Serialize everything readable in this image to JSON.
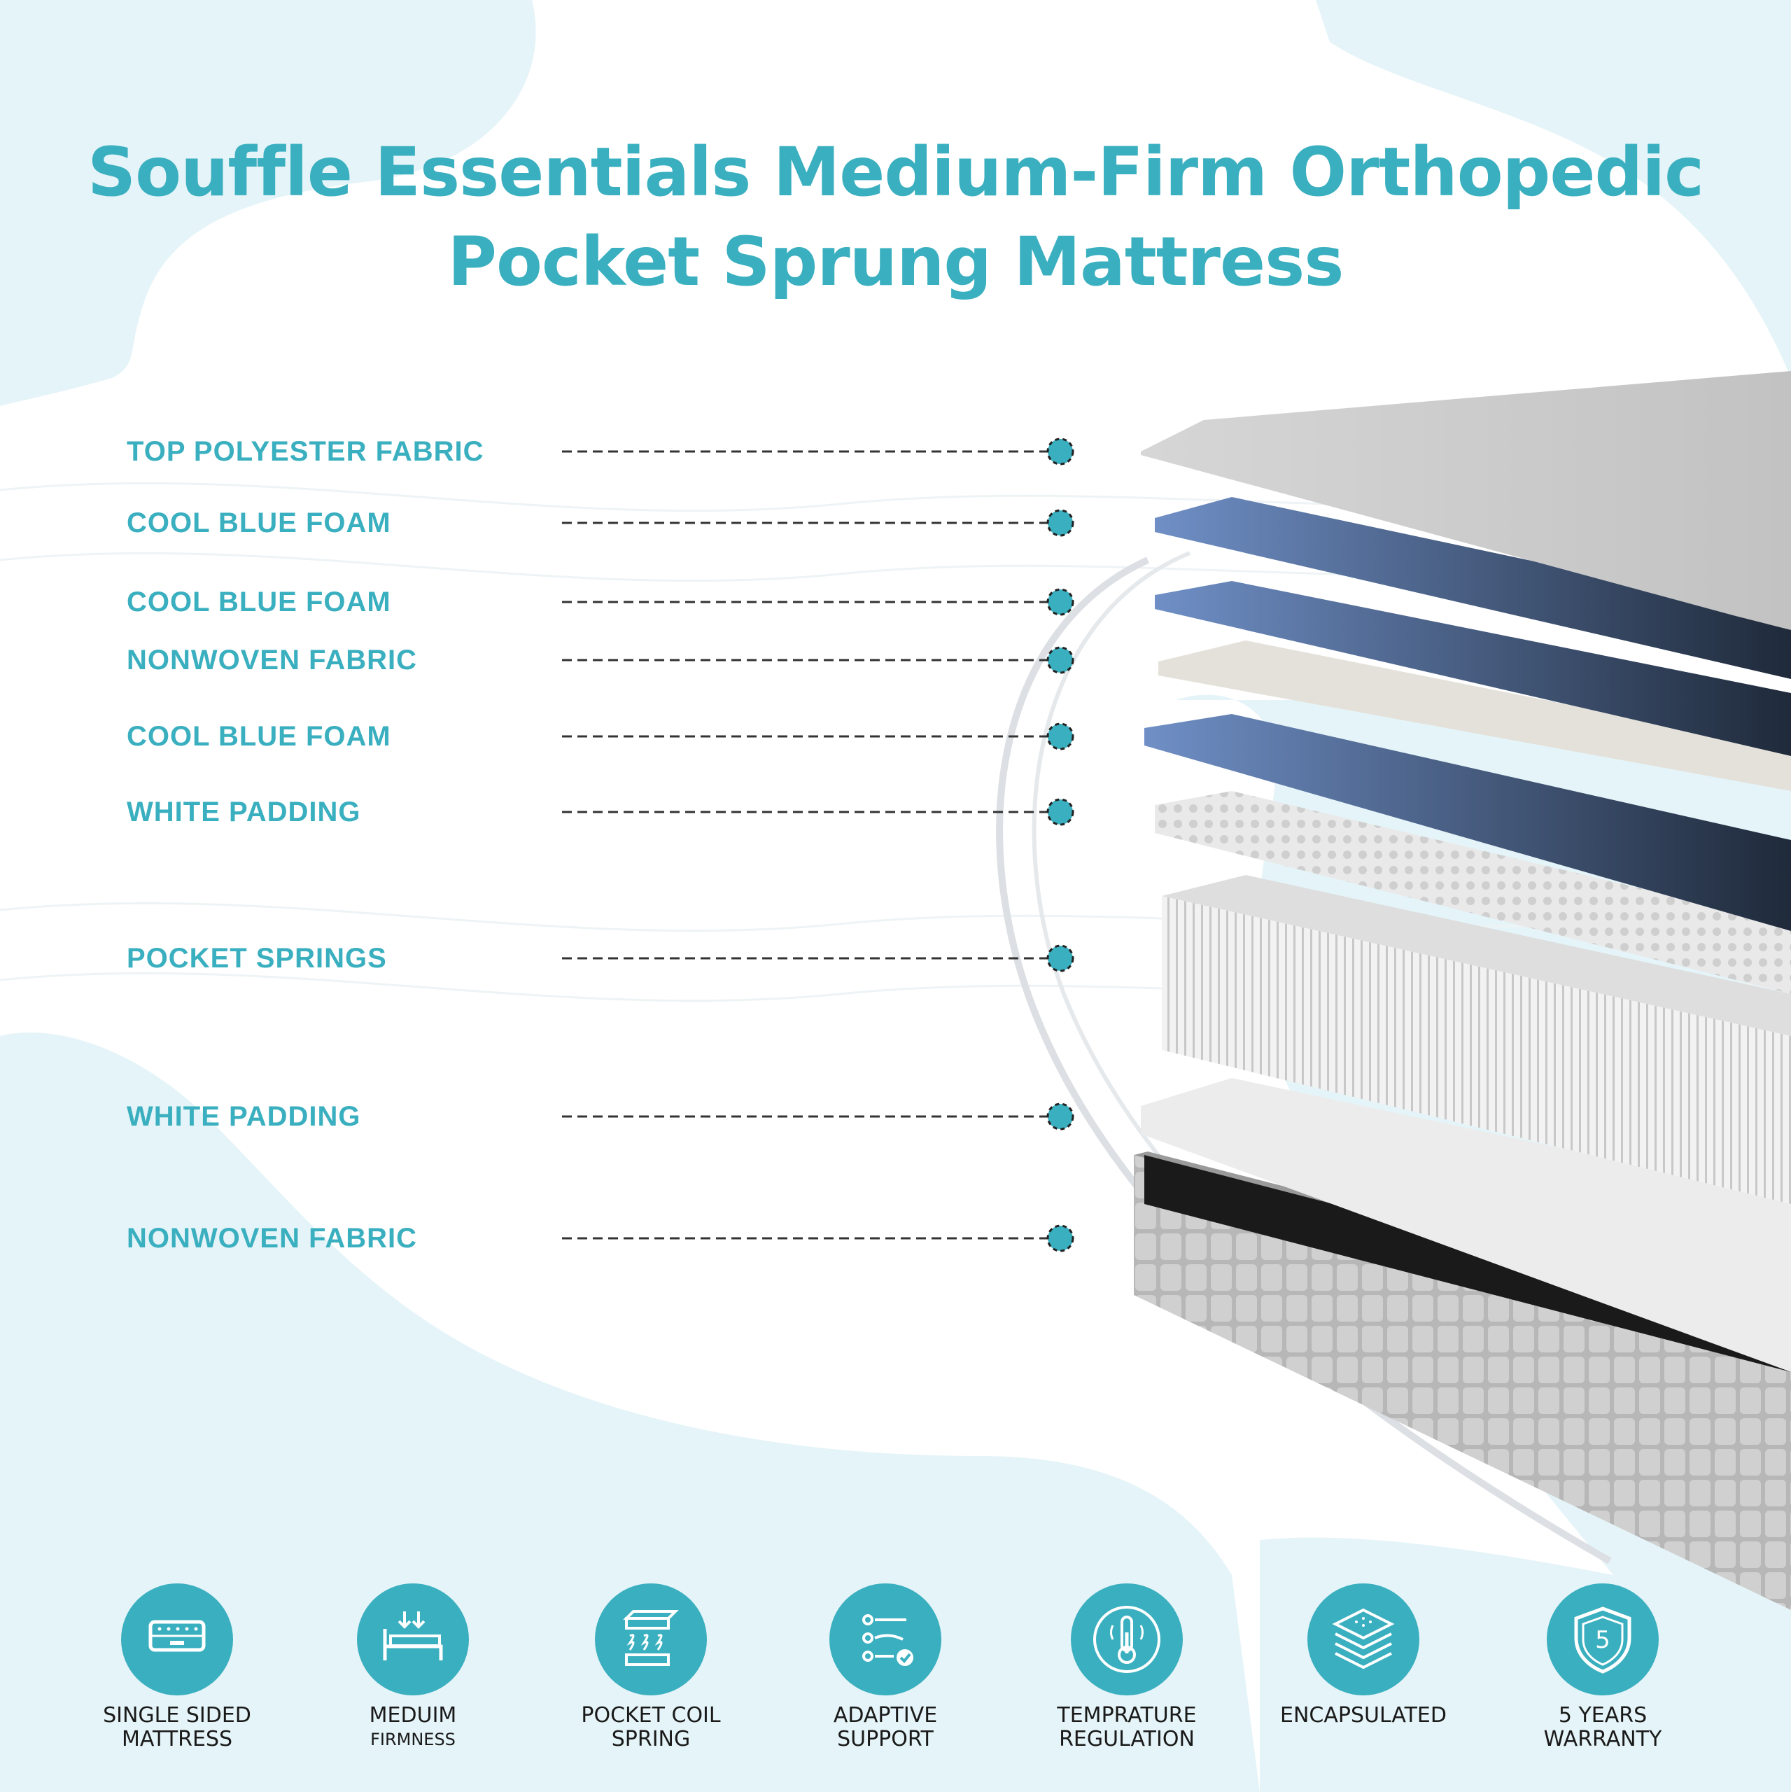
{
  "title": {
    "line1": "Souffle Essentials Medium-Firm Orthopedic",
    "line2": "Pocket Sprung Mattress"
  },
  "colors": {
    "accent": "#3aafbf",
    "bg_blob": "#e5f4f8",
    "foam_blue": "#6d8fc5",
    "text_dark": "#1a1a1a"
  },
  "layers": [
    {
      "label": "TOP POLYESTER FABRIC"
    },
    {
      "label": "COOL BLUE FOAM"
    },
    {
      "label": "COOL BLUE FOAM"
    },
    {
      "label": "NONWOVEN FABRIC"
    },
    {
      "label": "COOL BLUE FOAM"
    },
    {
      "label": "WHITE PADDING"
    },
    {
      "label": "POCKET SPRINGS"
    },
    {
      "label": "WHITE PADDING"
    },
    {
      "label": "NONWOVEN FABRIC"
    }
  ],
  "features": [
    {
      "icon": "mattress-icon",
      "line1": "SINGLE SIDED",
      "line2": "MATTRESS"
    },
    {
      "icon": "bed-firmness-icon",
      "line1": "MEDUIM",
      "line2": "FIRMNESS"
    },
    {
      "icon": "coil-spring-icon",
      "line1": "POCKET COIL",
      "line2": "SPRING"
    },
    {
      "icon": "sleep-positions-icon",
      "line1": "ADAPTIVE",
      "line2": "SUPPORT"
    },
    {
      "icon": "thermometer-icon",
      "line1": "TEMPRATURE",
      "line2": "REGULATION"
    },
    {
      "icon": "layers-icon",
      "line1": "ENCAPSULATED",
      "line2": ""
    },
    {
      "icon": "shield-icon",
      "line1": "5 YEARS",
      "line2": "WARRANTY",
      "badge": "5"
    }
  ]
}
